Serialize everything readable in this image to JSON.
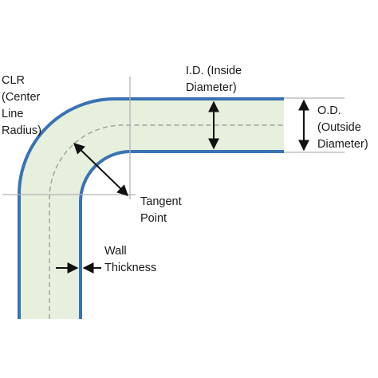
{
  "labels": {
    "clr": [
      "CLR",
      "(Center",
      "Line",
      "Radius)"
    ],
    "id": [
      "I.D. (Inside",
      "Diameter)"
    ],
    "od": [
      "O.D.",
      "(Outside",
      "Diameter)"
    ],
    "tangent": [
      "Tangent",
      "Point"
    ],
    "wall": [
      "Wall",
      "Thickness"
    ]
  },
  "colors": {
    "pipe_fill": "#e6f0dc",
    "pipe_wall": "#3a72b4",
    "centerline": "#a3a3a3",
    "reference_line": "#b3b3b3",
    "arrow": "#111111"
  }
}
